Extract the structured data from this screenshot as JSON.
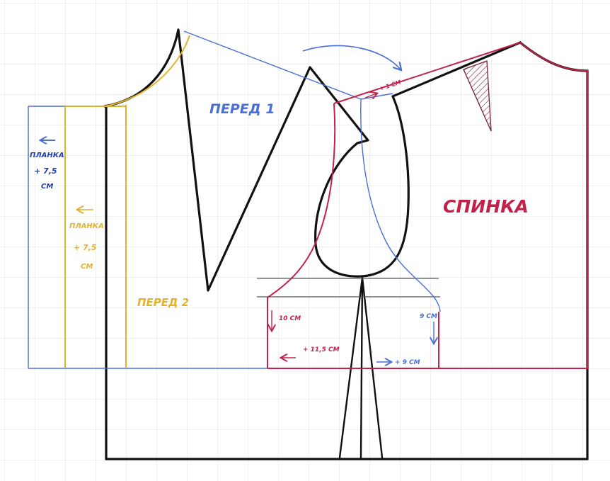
{
  "colors": {
    "paper": "#ffffff",
    "grid": "#e4d9d6",
    "base": "#111111",
    "front1": "#4a6fd6",
    "front2": "#e2b22c",
    "back": "#c2214a",
    "placket_dark": "#2040b0"
  },
  "labels": {
    "front1": "ПЕРЕД 1",
    "front2": "ПЕРЕД 2",
    "back": "СПИНКА",
    "placket_blue_1": "ПЛАНКА",
    "placket_blue_2": "+ 7,5",
    "placket_blue_3": "СМ",
    "placket_yellow_1": "ПЛАНКА",
    "placket_yellow_2": "+ 7,5",
    "placket_yellow_3": "СМ"
  },
  "measurements": {
    "shoulder": "+ 1 СМ",
    "left_drop": "10 СМ",
    "right_drop": "9 СМ",
    "hem_left": "+ 11,5 СМ",
    "hem_right": "+ 9 СМ"
  }
}
